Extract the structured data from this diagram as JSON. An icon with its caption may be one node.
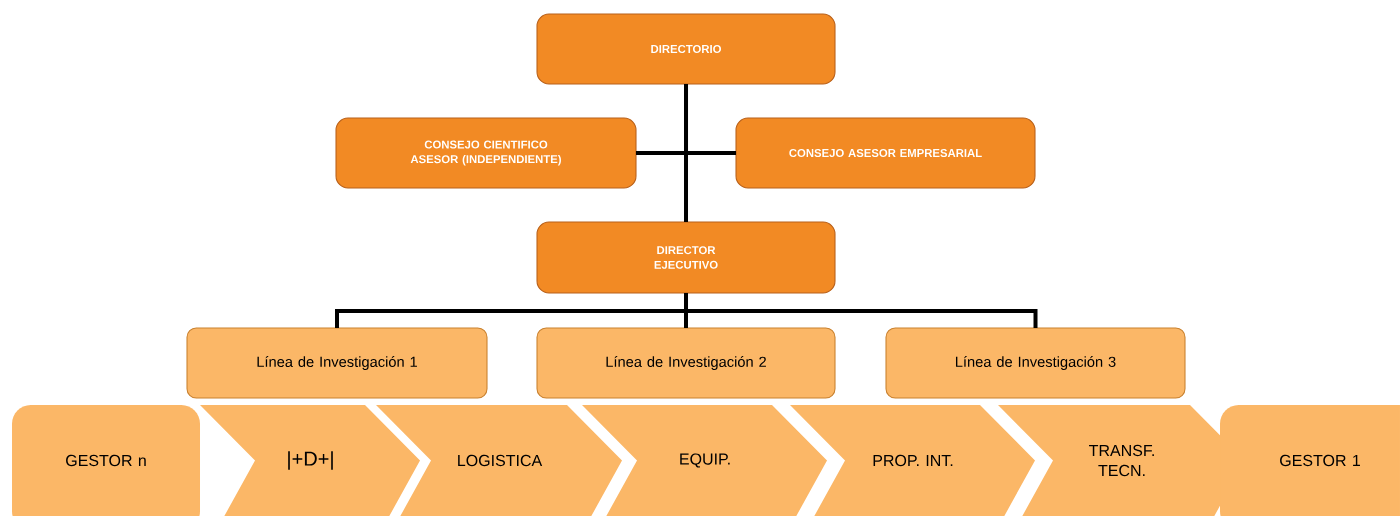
{
  "diagram": {
    "nodes": [
      {
        "text": [
          "DIRECTORIO"
        ]
      },
      {
        "text": [
          "CONSEJO CIENTIFICO ASESOR (INDEPENDIENTE)"
        ]
      },
      {
        "text": [
          "CONSEJO ASESOR EMPRESARIAL"
        ]
      },
      {
        "text": [
          "DIRECTOR EJECUTIVO"
        ]
      },
      {
        "text": [
          "Línea de Investigación 1"
        ]
      },
      {
        "text": [
          "Línea de Investigación 2"
        ]
      },
      {
        "text": [
          "Línea de Investigación 3"
        ]
      },
      {
        "text": [
          "GESTOR n"
        ]
      },
      {
        "text": [
          "|+D+|"
        ]
      },
      {
        "text": [
          "LOGISTICA"
        ]
      },
      {
        "text": [
          "EQUIP."
        ]
      },
      {
        "text": [
          "PROP. INT."
        ]
      },
      {
        "text": [
          "TRANSF. TECN."
        ]
      },
      {
        "text": [
          "GESTOR 1"
        ]
      }
    ],
    "edges": [
      {
        "from": 0,
        "to": 1,
        "arrow": "none"
      },
      {
        "from": 0,
        "to": 2,
        "arrow": "none"
      },
      {
        "from": 0,
        "to": 3,
        "arrow": "none"
      },
      {
        "from": 3,
        "to": 4,
        "arrow": "none"
      },
      {
        "from": 3,
        "to": 5,
        "arrow": "none"
      },
      {
        "from": 3,
        "to": 6,
        "arrow": "none"
      }
    ]
  }
}
